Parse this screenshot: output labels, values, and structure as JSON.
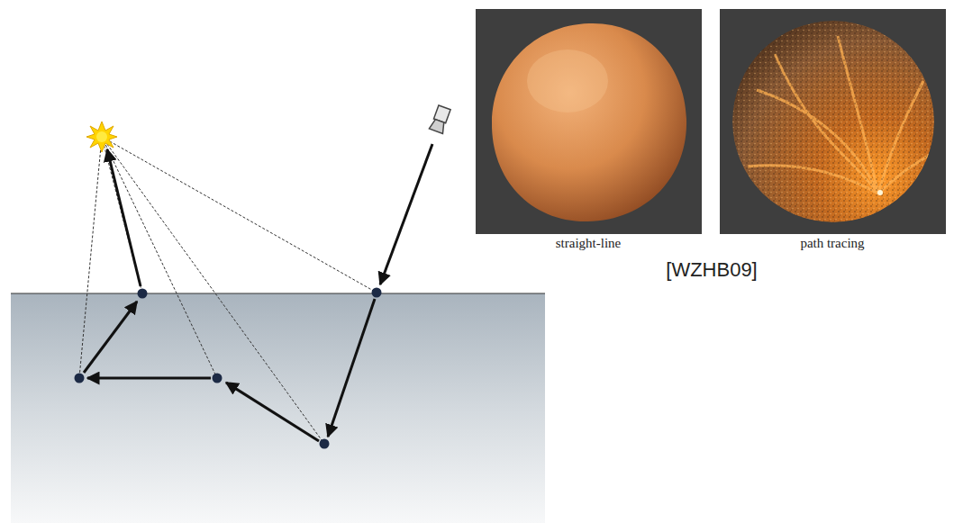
{
  "diagram": {
    "labels": [
      "straight-line",
      "path tracing",
      "[WZHB09]"
    ]
  }
}
